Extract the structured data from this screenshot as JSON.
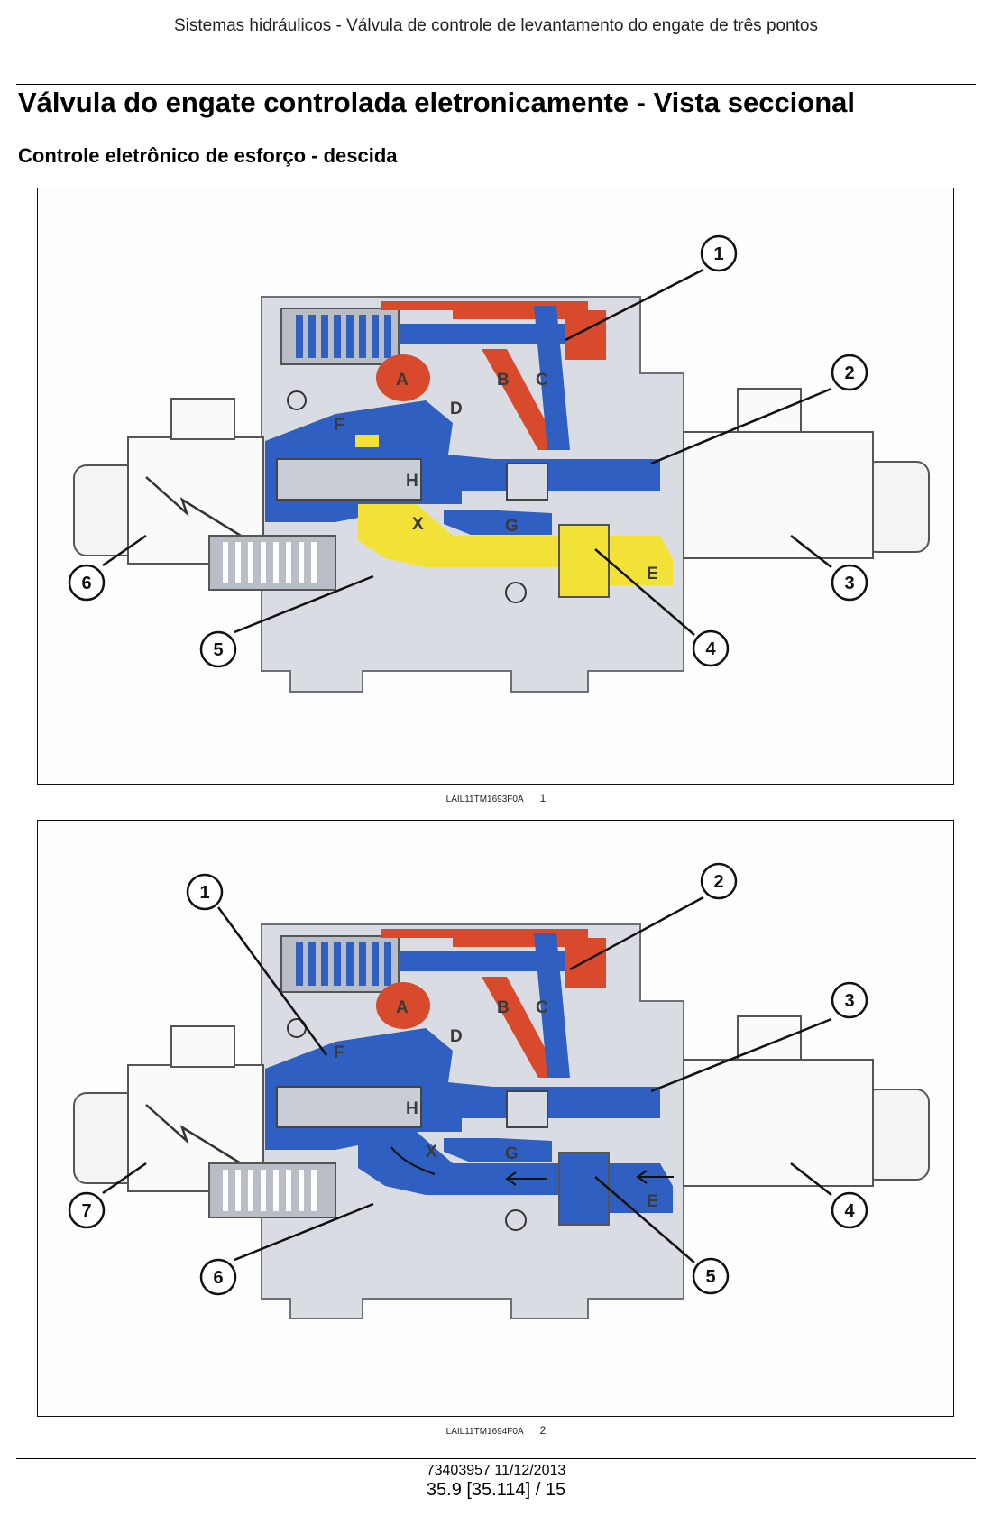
{
  "header": {
    "running_title": "Sistemas hidráulicos - Válvula de controle de levantamento do engate de três pontos"
  },
  "page_title": "Válvula do engate controlada eletronicamente - Vista seccional",
  "section_title": "Controle eletrônico de esforço - descida",
  "figures": [
    {
      "ref": "LAIL11TM1693F0A",
      "number": "1",
      "callouts": [
        "1",
        "2",
        "3",
        "4",
        "5",
        "6"
      ],
      "port_letters": {
        "A": "A",
        "B": "B",
        "C": "C",
        "D": "D",
        "E": "E",
        "F": "F",
        "G": "G",
        "H": "H",
        "X": "X"
      }
    },
    {
      "ref": "LAIL11TM1694F0A",
      "number": "2",
      "callouts": [
        "1",
        "2",
        "3",
        "4",
        "5",
        "6",
        "7"
      ],
      "port_letters": {
        "A": "A",
        "B": "B",
        "C": "C",
        "D": "D",
        "E": "E",
        "F": "F",
        "G": "G",
        "H": "H",
        "X": "X"
      }
    }
  ],
  "colors": {
    "blue_oil": "#2f5fc0",
    "red_oil": "#d94a2c",
    "yellow_oil": "#f2e237",
    "body_gray": "#d9dde3"
  },
  "footer": {
    "doc_id": "73403957 11/12/2013",
    "page_ref": "35.9 [35.114] / 15"
  }
}
